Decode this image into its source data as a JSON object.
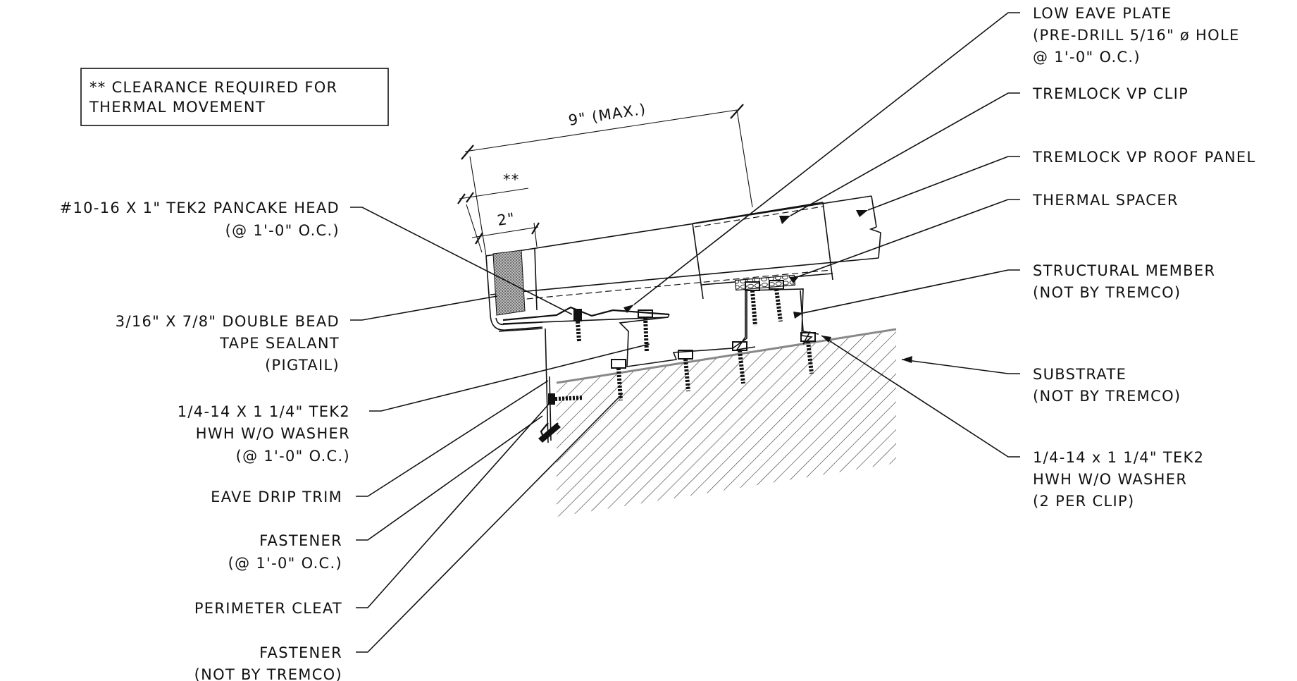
{
  "note": {
    "line1": "** CLEARANCE REQUIRED FOR",
    "line2": "THERMAL MOVEMENT"
  },
  "dimensions": {
    "overall": "9\" (MAX.)",
    "clearance": "**",
    "seal_offset": "2\""
  },
  "labels_left": {
    "pancake_head": {
      "line1": "#10-16 X 1\" TEK2 PANCAKE HEAD",
      "line2": "(@ 1'-0\" O.C.)"
    },
    "tape_sealant": {
      "line1": "3/16\" X 7/8\" DOUBLE BEAD",
      "line2": "TAPE SEALANT",
      "line3": "(PIGTAIL)"
    },
    "hwh_fastener": {
      "line1": "1/4-14 X 1 1/4\" TEK2",
      "line2": "HWH W/O WASHER",
      "line3": "(@ 1'-0\" O.C.)"
    },
    "eave_drip_trim": {
      "line1": "EAVE DRIP TRIM"
    },
    "fastener_oc": {
      "line1": "FASTENER",
      "line2": "(@ 1'-0\" O.C.)"
    },
    "perimeter_cleat": {
      "line1": "PERIMETER CLEAT"
    },
    "fastener_nbt": {
      "line1": "FASTENER",
      "line2": "(NOT BY TREMCO)"
    }
  },
  "labels_right": {
    "low_eave_plate": {
      "line1": "LOW EAVE PLATE",
      "line2": "(PRE-DRILL 5/16\" ø HOLE",
      "line3": "@ 1'-0\" O.C.)"
    },
    "vp_clip": {
      "line1": "TREMLOCK VP CLIP"
    },
    "roof_panel": {
      "line1": "TREMLOCK VP ROOF PANEL"
    },
    "thermal_spacer": {
      "line1": "THERMAL SPACER"
    },
    "structural_member": {
      "line1": "STRUCTURAL MEMBER",
      "line2": "(NOT BY TREMCO)"
    },
    "substrate": {
      "line1": "SUBSTRATE",
      "line2": "(NOT BY TREMCO)"
    },
    "clip_fastener": {
      "line1": "1/4-14 x 1 1/4\" TEK2",
      "line2": "HWH W/O WASHER",
      "line3": "(2 PER CLIP)"
    }
  }
}
